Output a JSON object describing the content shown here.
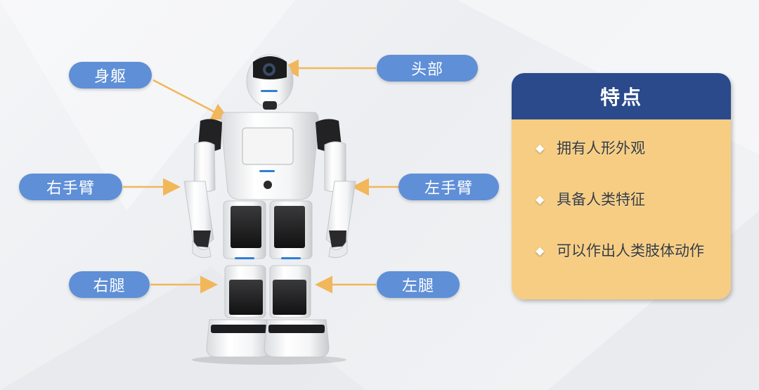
{
  "labels": {
    "torso": "身躯",
    "head": "头部",
    "right_arm": "右手臂",
    "left_arm": "左手臂",
    "right_leg": "右腿",
    "left_leg": "左腿"
  },
  "card": {
    "title": "特点",
    "items": [
      {
        "bullet": "◆",
        "text": "拥有人形外观"
      },
      {
        "bullet": "◆",
        "text": "具备人类特征"
      },
      {
        "bullet": "◆",
        "text": "可以作出人类肢体动作"
      }
    ]
  },
  "colors": {
    "label_bg": "#5f8fd6",
    "arrow": "#f2b75a",
    "card_header": "#2a4a8c",
    "card_body": "#f6cd82"
  }
}
